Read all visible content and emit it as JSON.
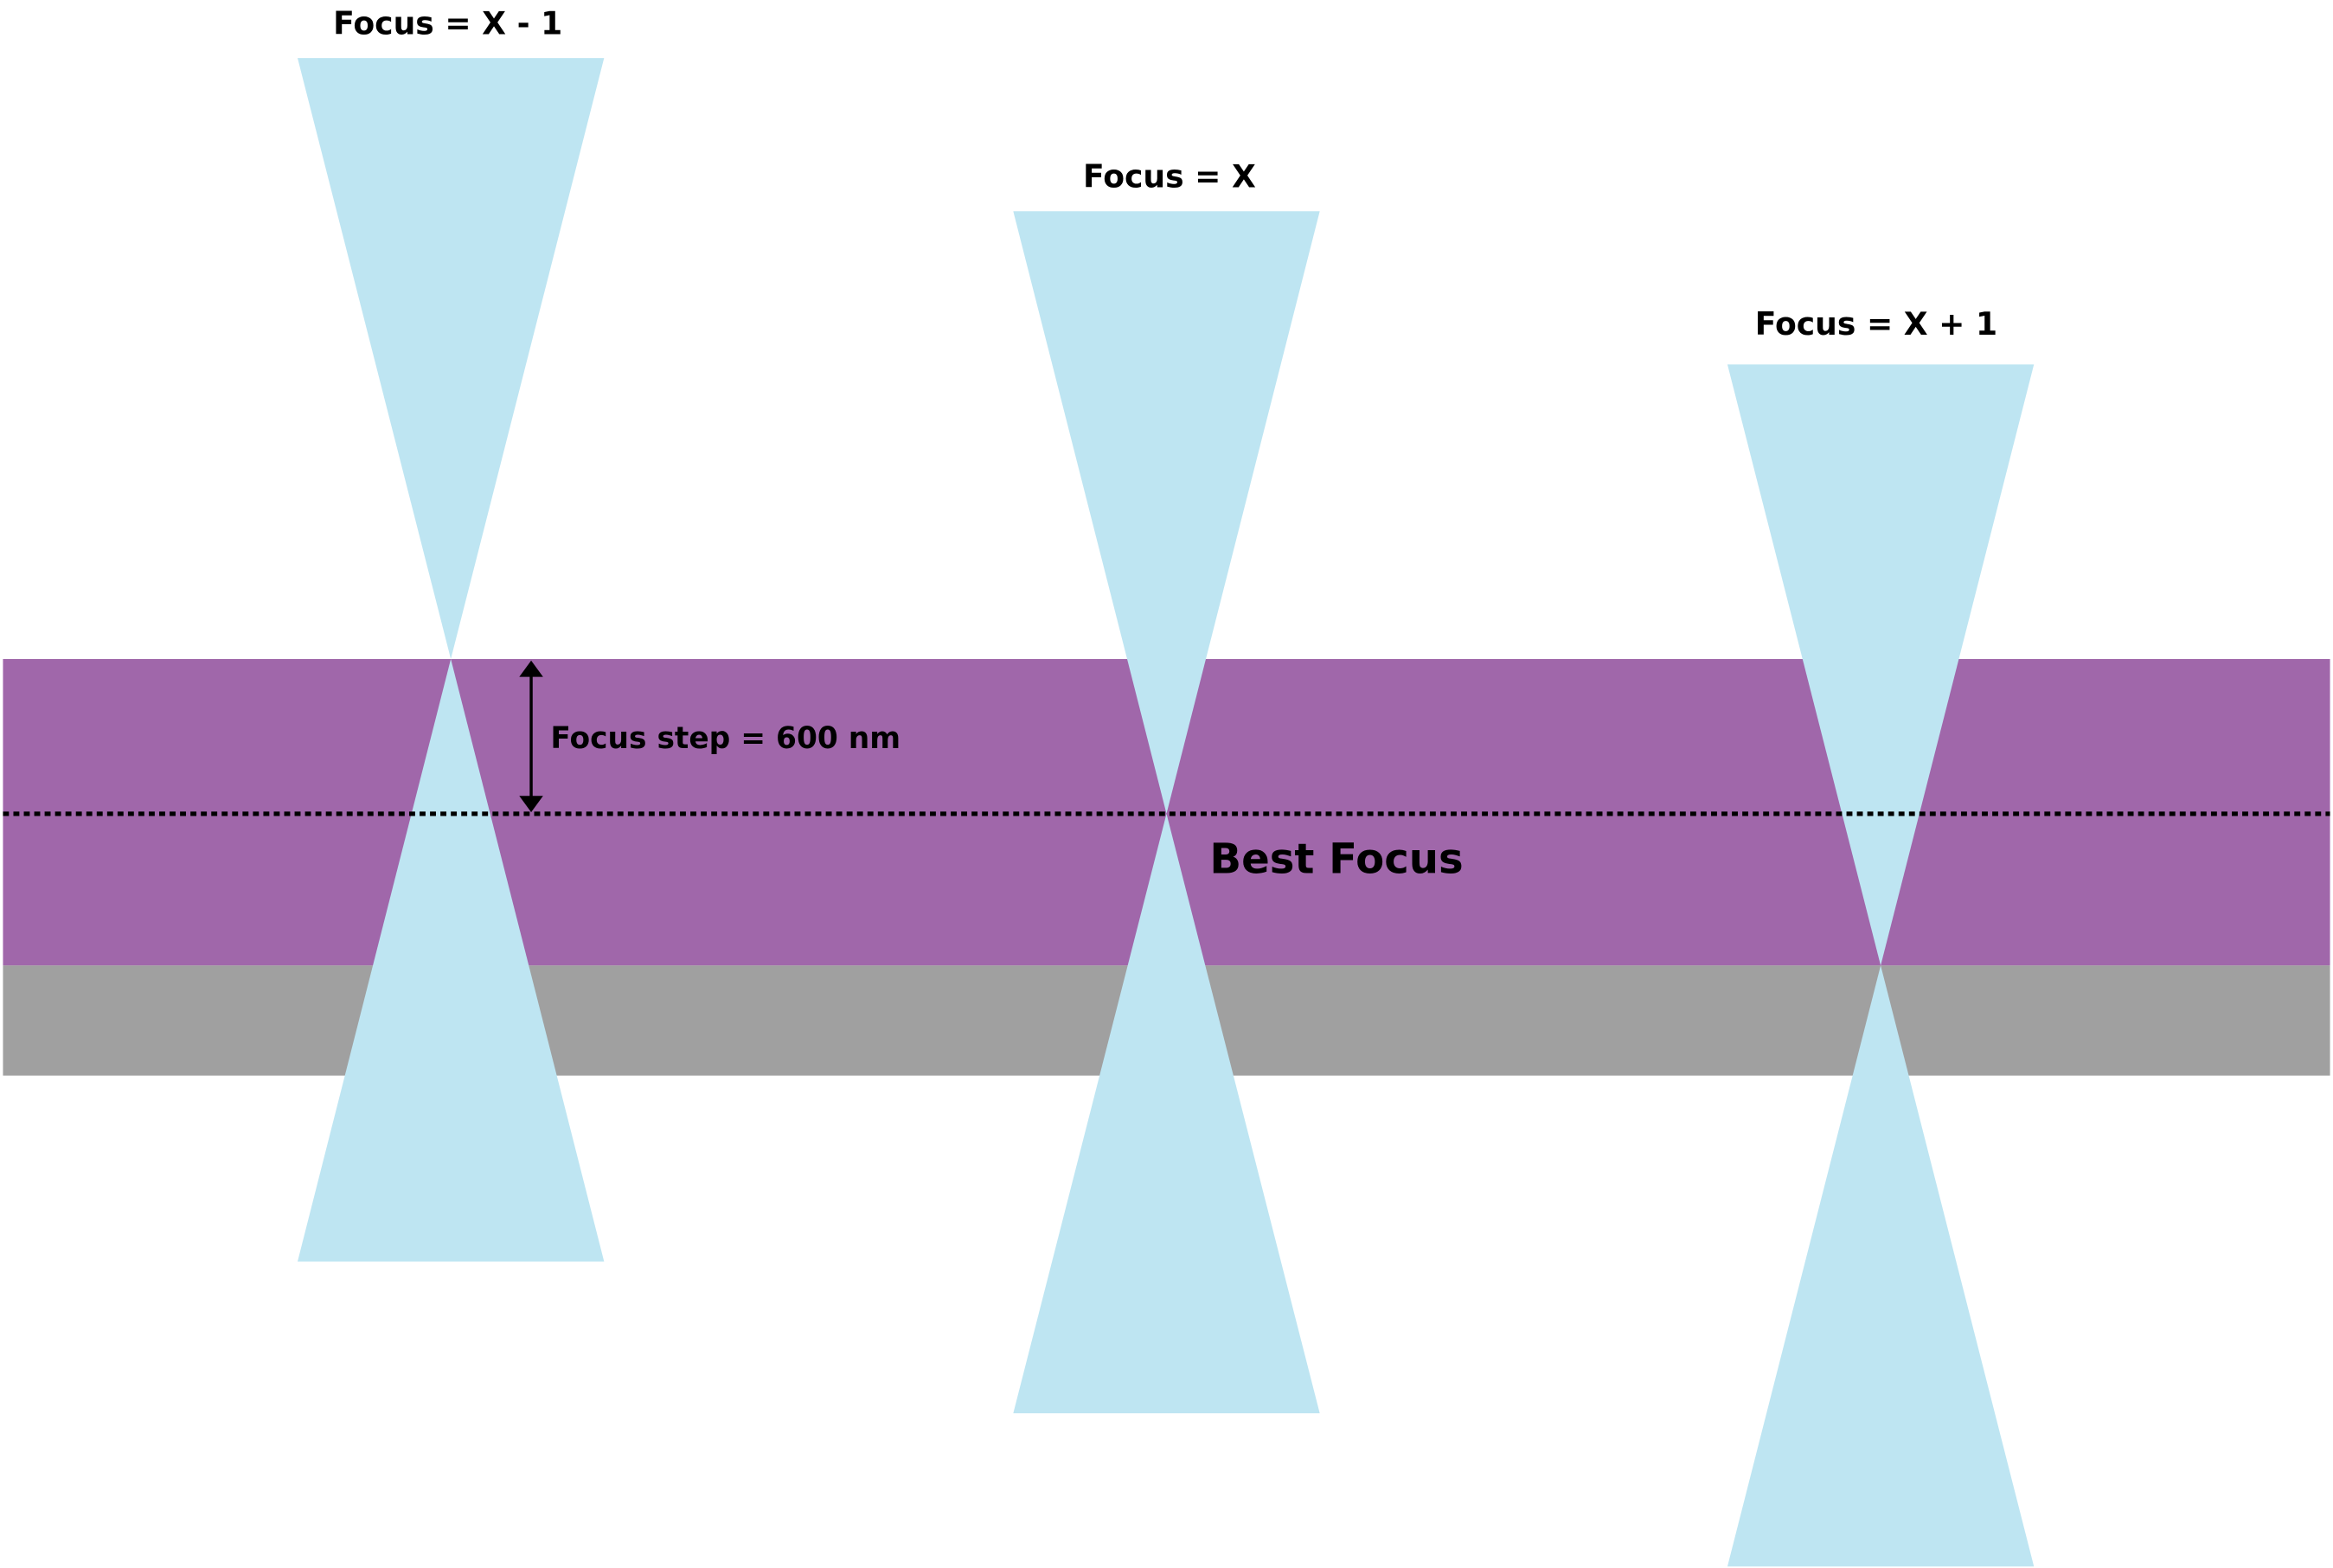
{
  "labels": {
    "focus_minus": "Focus = X - 1",
    "focus_center": "Focus = X",
    "focus_plus": "Focus = X + 1",
    "focus_step": "Focus step = 600 nm",
    "best_focus": "Best Focus"
  },
  "colors": {
    "layer": "#a067aa",
    "substrate": "#a0a0a0",
    "beam": "#bee5f2",
    "line": "#000000"
  }
}
